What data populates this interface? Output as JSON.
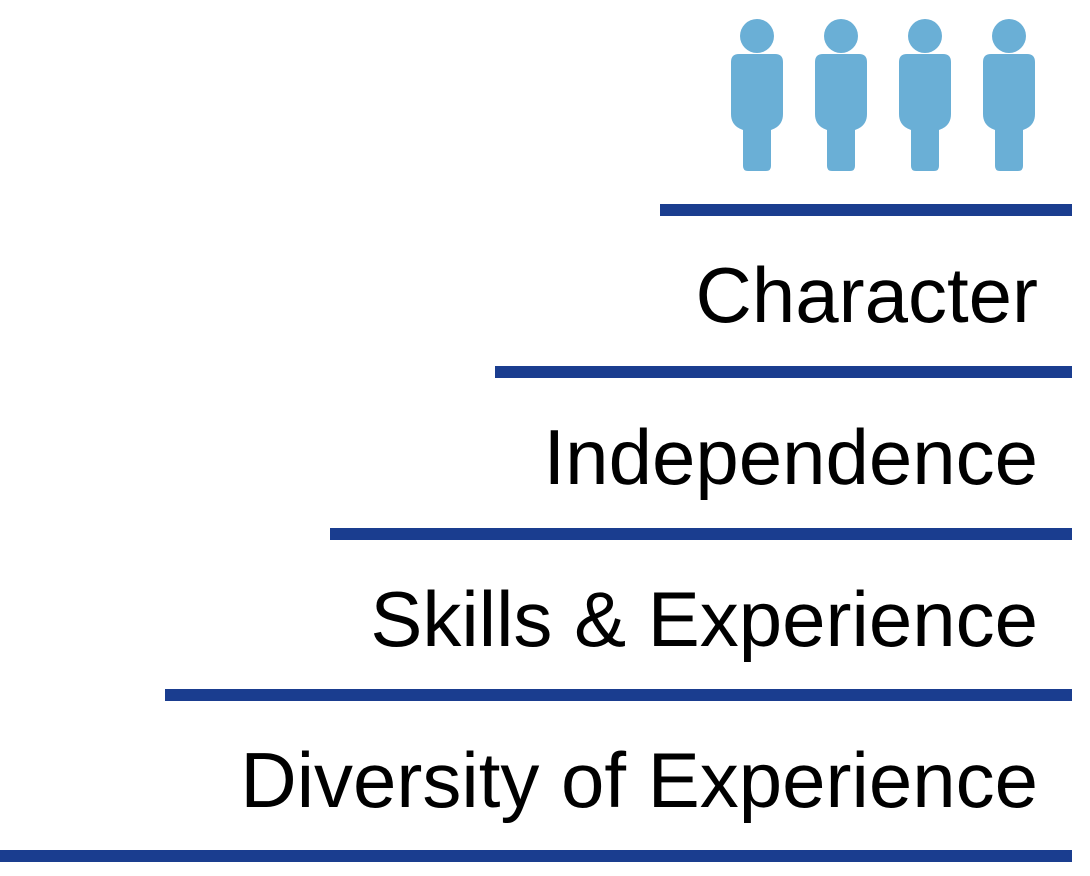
{
  "colors": {
    "people": "#6aafd6",
    "bars": "#1a3d8f",
    "text": "#000000"
  },
  "icons": {
    "people": [
      "person-icon",
      "person-icon",
      "person-icon",
      "person-icon"
    ]
  },
  "tiers": [
    {
      "label": "Character"
    },
    {
      "label": "Independence"
    },
    {
      "label": "Skills & Experience"
    },
    {
      "label": "Diversity of Experience"
    }
  ]
}
